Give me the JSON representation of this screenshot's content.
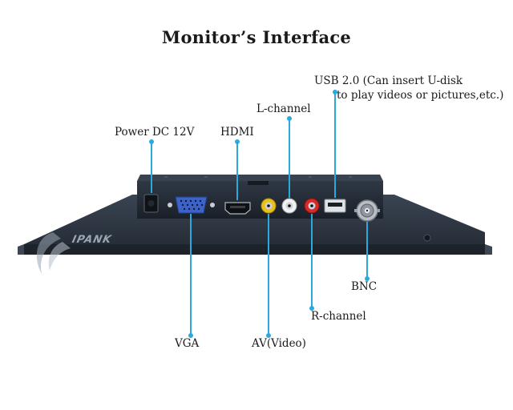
{
  "title": "Monitor’s Interface",
  "labels": {
    "power": "Power DC 12V",
    "hdmi": "HDMI",
    "l_channel": "L-channel",
    "usb_line1": "USB 2.0 (Can insert U-disk",
    "usb_line2": "to play videos or pictures,etc.)",
    "bnc": "BNC",
    "r_channel": "R-channel",
    "vga": "VGA",
    "av": "AV(Video)"
  },
  "brand": "IPANK",
  "colors": {
    "leader_line": "#2aa8e0",
    "panel": "#2c3440",
    "panel_dark": "#1c222b",
    "av_video": "#e8c21a",
    "av_left": "#f2f2f2",
    "av_right": "#d92a2a",
    "vga_port": "#3d63c9"
  }
}
